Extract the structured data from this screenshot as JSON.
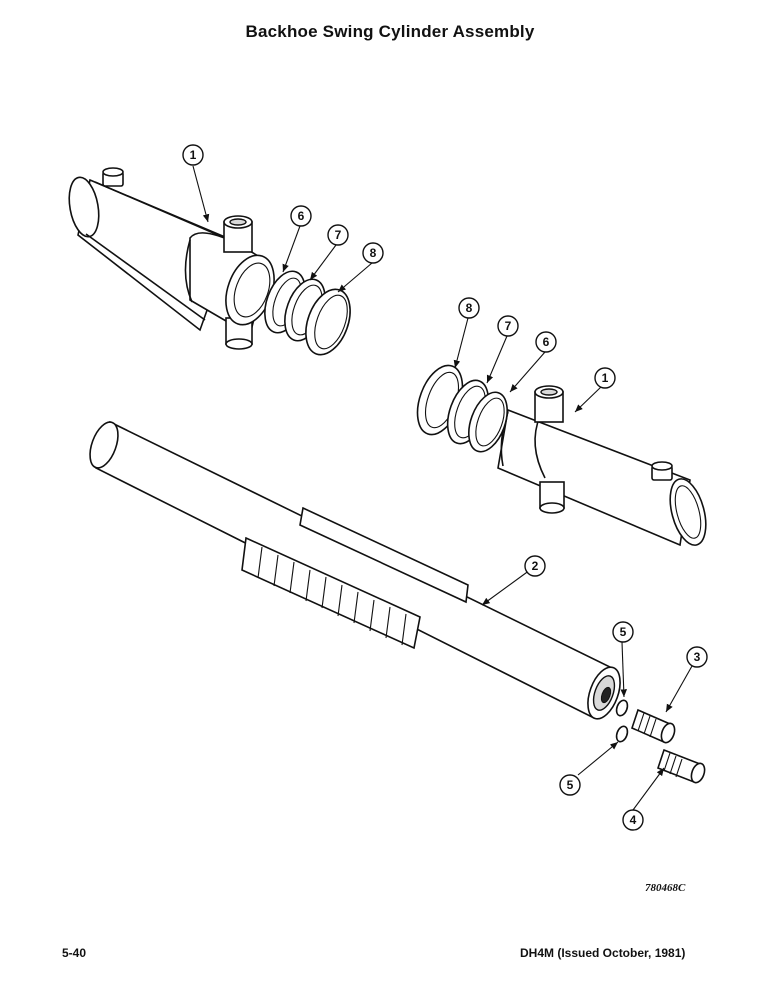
{
  "header": {
    "title": "Backhoe Swing Cylinder Assembly"
  },
  "figure": {
    "code": "780468C",
    "callouts": [
      "1",
      "6",
      "7",
      "8",
      "8",
      "7",
      "6",
      "1",
      "2",
      "5",
      "3",
      "5",
      "4"
    ]
  },
  "footer": {
    "page": "5-40",
    "issue": "DH4M (Issued October, 1981)"
  }
}
